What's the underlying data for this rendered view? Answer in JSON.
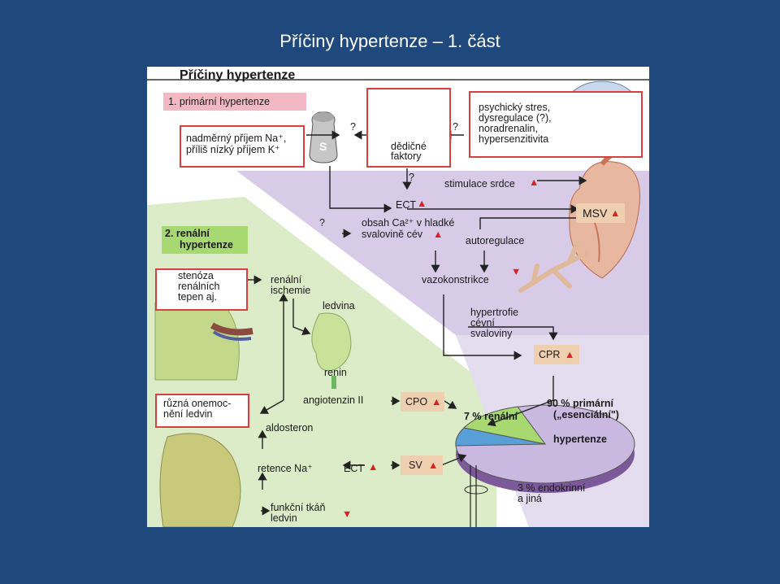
{
  "slide": {
    "title": "Příčiny hypertenze – 1. část"
  },
  "figure": {
    "header": "Příčiny hypertenze",
    "section1": "1. primární hypertenze",
    "section2_line1": "2. renální",
    "section2_line2": "hypertenze",
    "salt_line1": "nadměrný příjem Na⁺,",
    "salt_line2": "příliš nízký příjem K⁺",
    "salt_shaker_label": "S",
    "qmark1": "?",
    "qmark2": "?",
    "qmark3": "?",
    "qmark4": "?",
    "heredity_line1": "dědičné",
    "heredity_line2": "faktory",
    "stress_line1": "psychický stres,",
    "stress_line2": "dysregulace (?),",
    "stress_line3": "noradrenalin,",
    "stress_line4": "hypersenzitivita",
    "heart_stim": "stimulace srdce",
    "ect_top": "ECT",
    "calcium_line1": "obsah Ca²⁺ v hladké",
    "calcium_line2": "svalovině cév",
    "msv": "MSV",
    "autoregulation": "autoregulace",
    "stenosis_line1": "stenóza",
    "stenosis_line2": "renálních",
    "stenosis_line3": "tepen aj.",
    "renal_ischemia_line1": "renální",
    "renal_ischemia_line2": "ischemie",
    "kidney": "ledvina",
    "vasoconstriction": "vazokonstrikce",
    "hypertrophy_line1": "hypertrofie",
    "hypertrophy_line2": "cévní",
    "hypertrophy_line3": "svaloviny",
    "cpr": "CPR",
    "renin": "renin",
    "kidney_disease_line1": "různá onemoc-",
    "kidney_disease_line2": "nění ledvin",
    "angiotensin": "angiotenzin II",
    "cpo": "CPO",
    "aldosterone": "aldosteron",
    "pie_renal": "7 % renální",
    "pie_primary_line1": "90 % primární",
    "pie_primary_line2": "(„esenciální\")",
    "pie_hypertension": "hypertenze",
    "sodium_retention": "retence Na⁺",
    "ect_bottom": "ECT",
    "sv": "SV",
    "endocrine_line1": "3 % endokrinní",
    "endocrine_line2": "a jiná",
    "kidney_tissue_line1": "funkční tkáň",
    "kidney_tissue_line2": "ledvin",
    "up_arrow": "▲",
    "down_arrow": "▼"
  },
  "colors": {
    "background": "#1f497d",
    "box_border": "#d84040",
    "pink_label": "#f2b8c4",
    "green_label": "#a8d870",
    "tan_label": "#eecfb0",
    "purple_band": "#c9b8df",
    "green_band": "#cfe6b8",
    "arrow_red": "#e02020"
  },
  "pie": {
    "primary_percent": 90,
    "renal_percent": 7,
    "endocrine_percent": 3
  }
}
